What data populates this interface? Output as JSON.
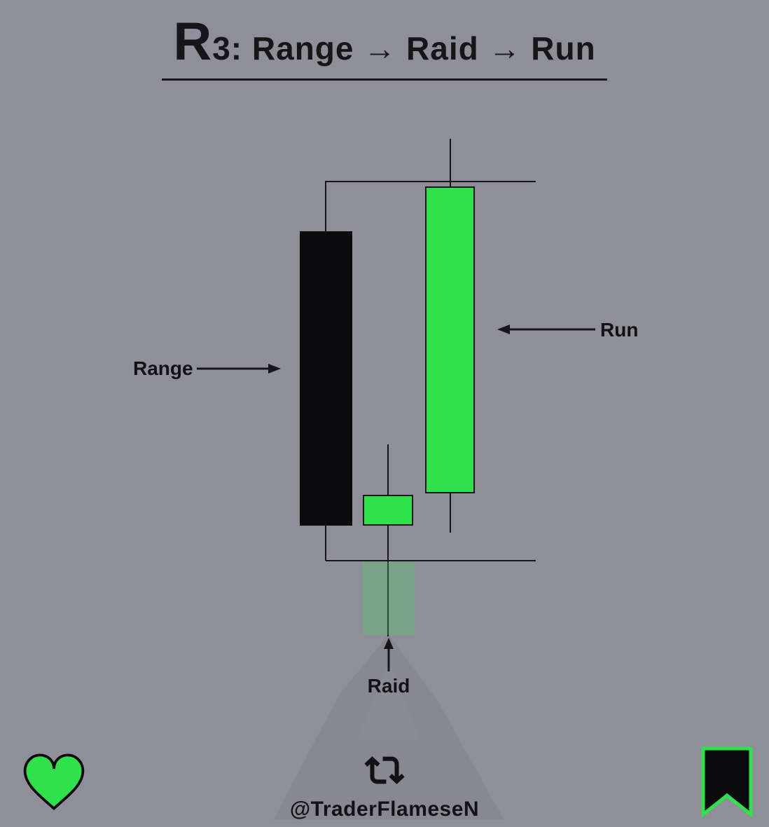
{
  "colors": {
    "background": "#8f8f99",
    "green": "#2fe24b",
    "green_faint": "rgba(70, 205, 95, 0.32)",
    "ink": "#0b0b0e"
  },
  "title": {
    "big_letter": "R",
    "rest": "3: Range → Raid → Run"
  },
  "diagram": {
    "labels": {
      "range": "Range",
      "raid": "Raid",
      "run": "Run"
    },
    "candles": [
      {
        "id": "range-candle",
        "direction": "bearish",
        "color": "#0b0b0e"
      },
      {
        "id": "raid-candle",
        "direction": "bullish",
        "color": "#2fe24b"
      },
      {
        "id": "run-candle",
        "direction": "bullish",
        "color": "#2fe24b"
      }
    ]
  },
  "footer": {
    "handle": "@TraderFlameseN",
    "icons": {
      "like": "heart-icon",
      "repost": "repost-icon",
      "bookmark": "bookmark-icon"
    }
  }
}
